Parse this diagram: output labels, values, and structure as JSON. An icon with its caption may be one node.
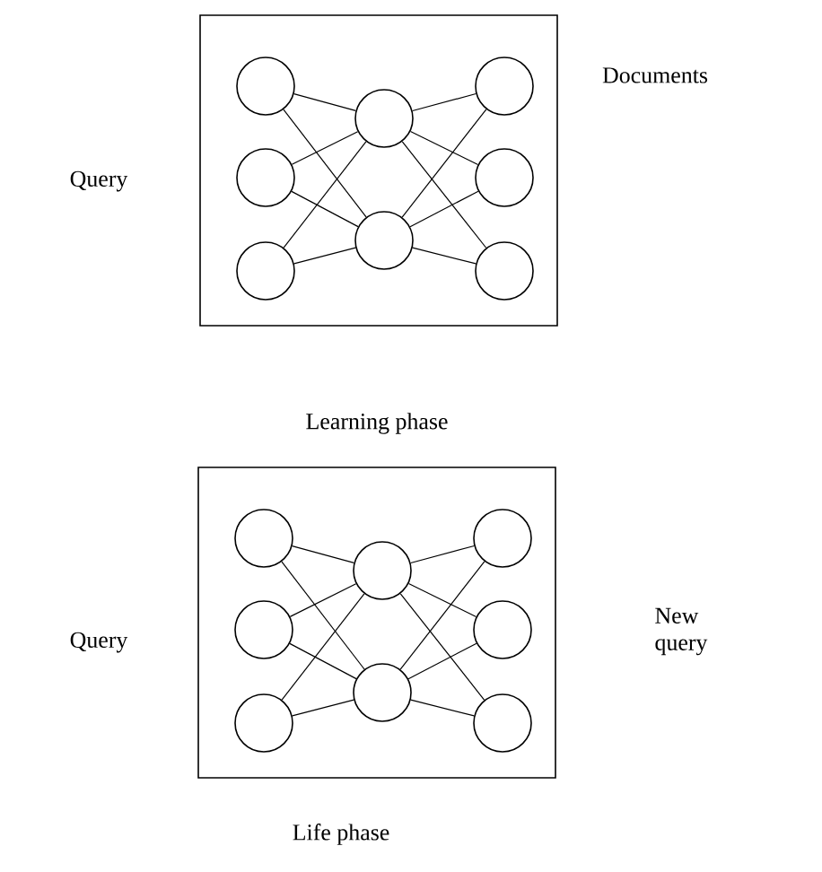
{
  "diagram": {
    "nodes": [
      {
        "text": [],
        "shape": "box",
        "beside": [
          "Learning phase"
        ]
      },
      {
        "text": [],
        "shape": "circle",
        "in": 0
      },
      {
        "text": [],
        "shape": "circle",
        "in": 0
      },
      {
        "text": [],
        "shape": "circle",
        "in": 0
      },
      {
        "text": [],
        "shape": "circle",
        "in": 0
      },
      {
        "text": [],
        "shape": "circle",
        "in": 0
      },
      {
        "text": [],
        "shape": "circle",
        "in": 0
      },
      {
        "text": [],
        "shape": "circle",
        "in": 0
      },
      {
        "text": [],
        "shape": "circle",
        "in": 0
      },
      {
        "text": [],
        "shape": "box",
        "beside": [
          "Life phase"
        ]
      },
      {
        "text": [],
        "shape": "circle",
        "in": 9
      },
      {
        "text": [],
        "shape": "circle",
        "in": 9
      },
      {
        "text": [],
        "shape": "circle",
        "in": 9
      },
      {
        "text": [],
        "shape": "circle",
        "in": 9
      },
      {
        "text": [],
        "shape": "circle",
        "in": 9
      },
      {
        "text": [],
        "shape": "circle",
        "in": 9
      },
      {
        "text": [],
        "shape": "circle",
        "in": 9
      },
      {
        "text": [],
        "shape": "circle",
        "in": 9
      }
    ],
    "edges": [
      {
        "from": 1,
        "to": 4,
        "arrow": "none"
      },
      {
        "from": 1,
        "to": 5,
        "arrow": "none"
      },
      {
        "from": 2,
        "to": 4,
        "arrow": "none"
      },
      {
        "from": 2,
        "to": 5,
        "arrow": "none"
      },
      {
        "from": 3,
        "to": 4,
        "arrow": "none"
      },
      {
        "from": 3,
        "to": 5,
        "arrow": "none"
      },
      {
        "from": 4,
        "to": 6,
        "arrow": "none"
      },
      {
        "from": 4,
        "to": 7,
        "arrow": "none"
      },
      {
        "from": 4,
        "to": 8,
        "arrow": "none"
      },
      {
        "from": 5,
        "to": 6,
        "arrow": "none"
      },
      {
        "from": 5,
        "to": 7,
        "arrow": "none"
      },
      {
        "from": 5,
        "to": 8,
        "arrow": "none"
      },
      {
        "from": 10,
        "to": 13,
        "arrow": "none"
      },
      {
        "from": 10,
        "to": 14,
        "arrow": "none"
      },
      {
        "from": 11,
        "to": 13,
        "arrow": "none"
      },
      {
        "from": 11,
        "to": 14,
        "arrow": "none"
      },
      {
        "from": 12,
        "to": 13,
        "arrow": "none"
      },
      {
        "from": 12,
        "to": 14,
        "arrow": "none"
      },
      {
        "from": 13,
        "to": 15,
        "arrow": "none"
      },
      {
        "from": 13,
        "to": 16,
        "arrow": "none"
      },
      {
        "from": 13,
        "to": 17,
        "arrow": "none"
      },
      {
        "from": 14,
        "to": 15,
        "arrow": "none"
      },
      {
        "from": 14,
        "to": 16,
        "arrow": "none"
      },
      {
        "from": 14,
        "to": 17,
        "arrow": "none"
      }
    ],
    "labels": [
      "Query",
      "Documents",
      "Query",
      "New query"
    ]
  }
}
